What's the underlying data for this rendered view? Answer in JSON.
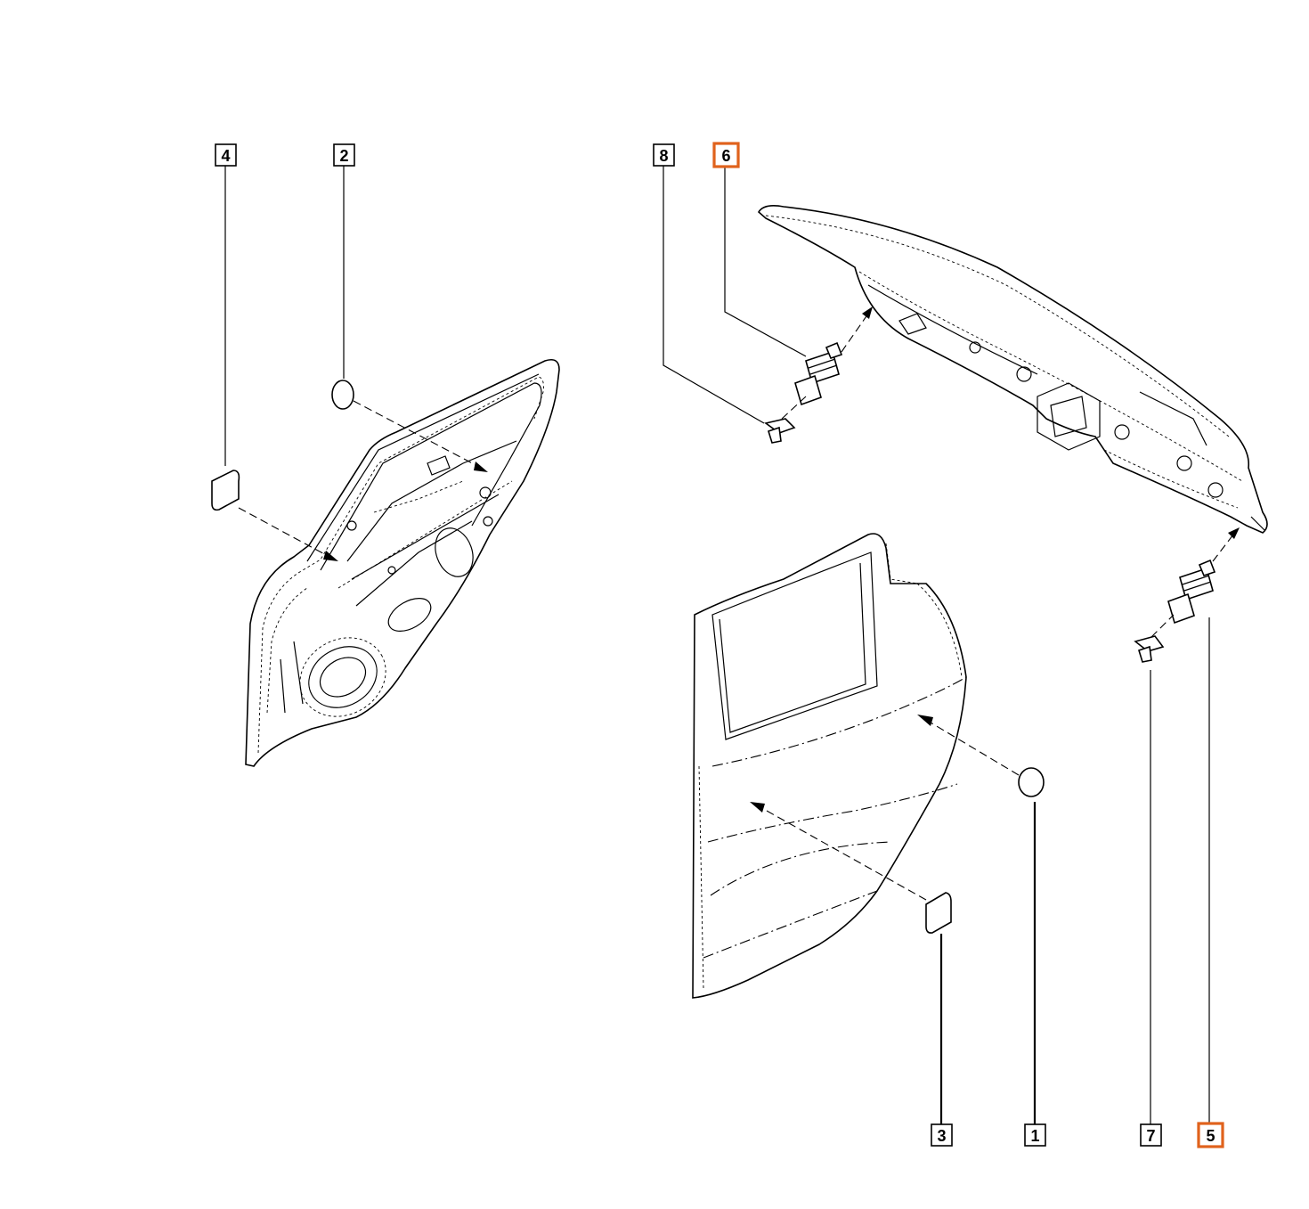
{
  "callouts": [
    {
      "id": "1",
      "label": "1",
      "highlighted": false
    },
    {
      "id": "2",
      "label": "2",
      "highlighted": false
    },
    {
      "id": "3",
      "label": "3",
      "highlighted": false
    },
    {
      "id": "4",
      "label": "4",
      "highlighted": false
    },
    {
      "id": "5",
      "label": "5",
      "highlighted": true
    },
    {
      "id": "6",
      "label": "6",
      "highlighted": true
    },
    {
      "id": "7",
      "label": "7",
      "highlighted": false
    },
    {
      "id": "8",
      "label": "8",
      "highlighted": false
    }
  ],
  "colors": {
    "line": "#000000",
    "highlight": "#e0621c",
    "background": "#ffffff"
  }
}
